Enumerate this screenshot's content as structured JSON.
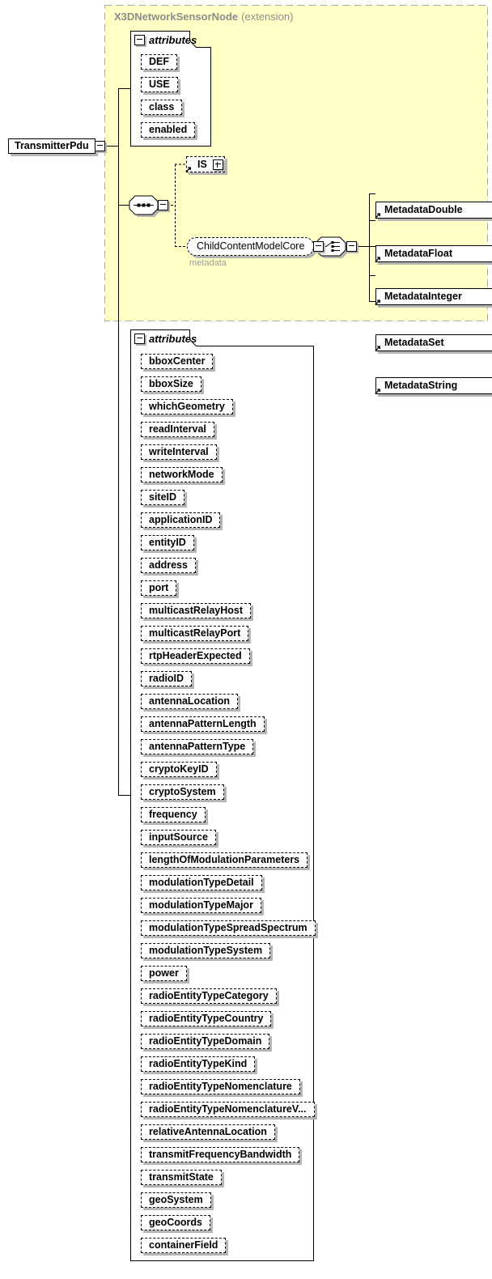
{
  "group": {
    "title": "X3DNetworkSensorNode",
    "title_suffix": "(extension)",
    "attributes_title": "attributes",
    "attributes": [
      "DEF",
      "USE",
      "class",
      "enabled"
    ],
    "is_label": "IS",
    "child_content_label": "ChildContentModelCore",
    "child_content_annotation": "metadata",
    "metadata_elements": [
      "MetadataDouble",
      "MetadataFloat",
      "MetadataInteger",
      "MetadataSet",
      "MetadataString"
    ]
  },
  "root": {
    "label": "TransmitterPdu"
  },
  "attributes_frame": {
    "title": "attributes",
    "items": [
      "bboxCenter",
      "bboxSize",
      "whichGeometry",
      "readInterval",
      "writeInterval",
      "networkMode",
      "siteID",
      "applicationID",
      "entityID",
      "address",
      "port",
      "multicastRelayHost",
      "multicastRelayPort",
      "rtpHeaderExpected",
      "radioID",
      "antennaLocation",
      "antennaPatternLength",
      "antennaPatternType",
      "cryptoKeyID",
      "cryptoSystem",
      "frequency",
      "inputSource",
      "lengthOfModulationParameters",
      "modulationTypeDetail",
      "modulationTypeMajor",
      "modulationTypeSpreadSpectrum",
      "modulationTypeSystem",
      "power",
      "radioEntityTypeCategory",
      "radioEntityTypeCountry",
      "radioEntityTypeDomain",
      "radioEntityTypeKind",
      "radioEntityTypeNomenclature",
      "radioEntityTypeNomenclatureV...",
      "relativeAntennaLocation",
      "transmitFrequencyBandwidth",
      "transmitState",
      "geoSystem",
      "geoCoords",
      "containerField"
    ]
  },
  "colors": {
    "group_bg": "#ffffc6",
    "group_border": "#a9a9a9",
    "group_title": "#8c8c8c",
    "shadow": "#b5b5b5",
    "line": "#000000",
    "box_bg": "#ffffff"
  }
}
